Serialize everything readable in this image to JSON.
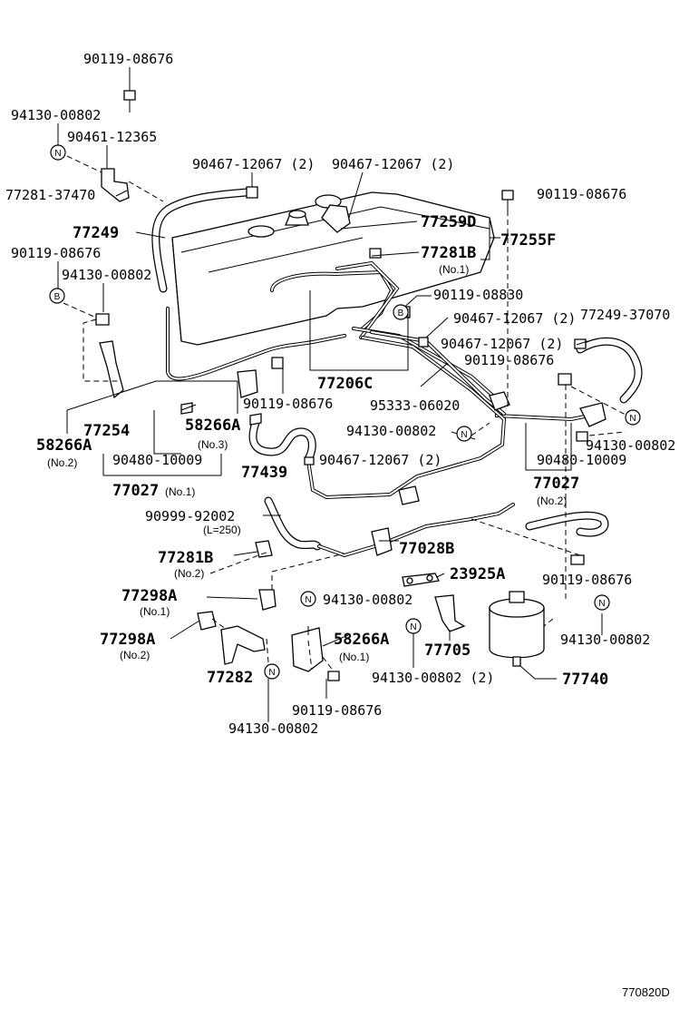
{
  "labels": {
    "p1": "90119-08676",
    "p2": "94130-00802",
    "p3": "90461-12365",
    "p4": "77281-37470",
    "p5": "90467-12067 (2)",
    "p6": "90467-12067 (2)",
    "p7": "90119-08676",
    "p8": "77249",
    "p9": "77259D",
    "p10": "77255F",
    "p11": "77281B",
    "p11s": "(No.1)",
    "p12": "90119-08676",
    "p13": "94130-00802",
    "p14": "90119-08830",
    "p15": "90467-12067 (2)",
    "p16": "77249-37070",
    "p17": "90467-12067 (2)",
    "p18": "90119-08676",
    "p19": "77206C",
    "p20": "95333-06020",
    "p21": "90119-08676",
    "p22": "77254",
    "p23": "58266A",
    "p23s": "(No.3)",
    "p24": "58266A",
    "p24s": "(No.2)",
    "p25": "94130-00802",
    "p26": "94130-00802",
    "p27": "90480-10009",
    "p28": "90480-10009",
    "p29": "77027",
    "p29s": "(No.2)",
    "p30": "77439",
    "p31": "90467-12067 (2)",
    "p32": "77027",
    "p32s": "(No.1)",
    "p33": "90999-92002",
    "p33s": "(L=250)",
    "p34": "77028B",
    "p35": "77281B",
    "p35s": "(No.2)",
    "p36": "23925A",
    "p37": "90119-08676",
    "p38": "77298A",
    "p38s": "(No.1)",
    "p39": "94130-00802",
    "p40": "58266A",
    "p40s": "(No.1)",
    "p41": "77705",
    "p42": "94130-00802",
    "p43": "77298A",
    "p43s": "(No.2)",
    "p44": "77282",
    "p45": "94130-00802 (2)",
    "p46": "77740",
    "p47": "90119-08676",
    "p48": "94130-00802"
  },
  "markers": {
    "n": "N",
    "b": "B"
  },
  "figure_code": "770820D"
}
